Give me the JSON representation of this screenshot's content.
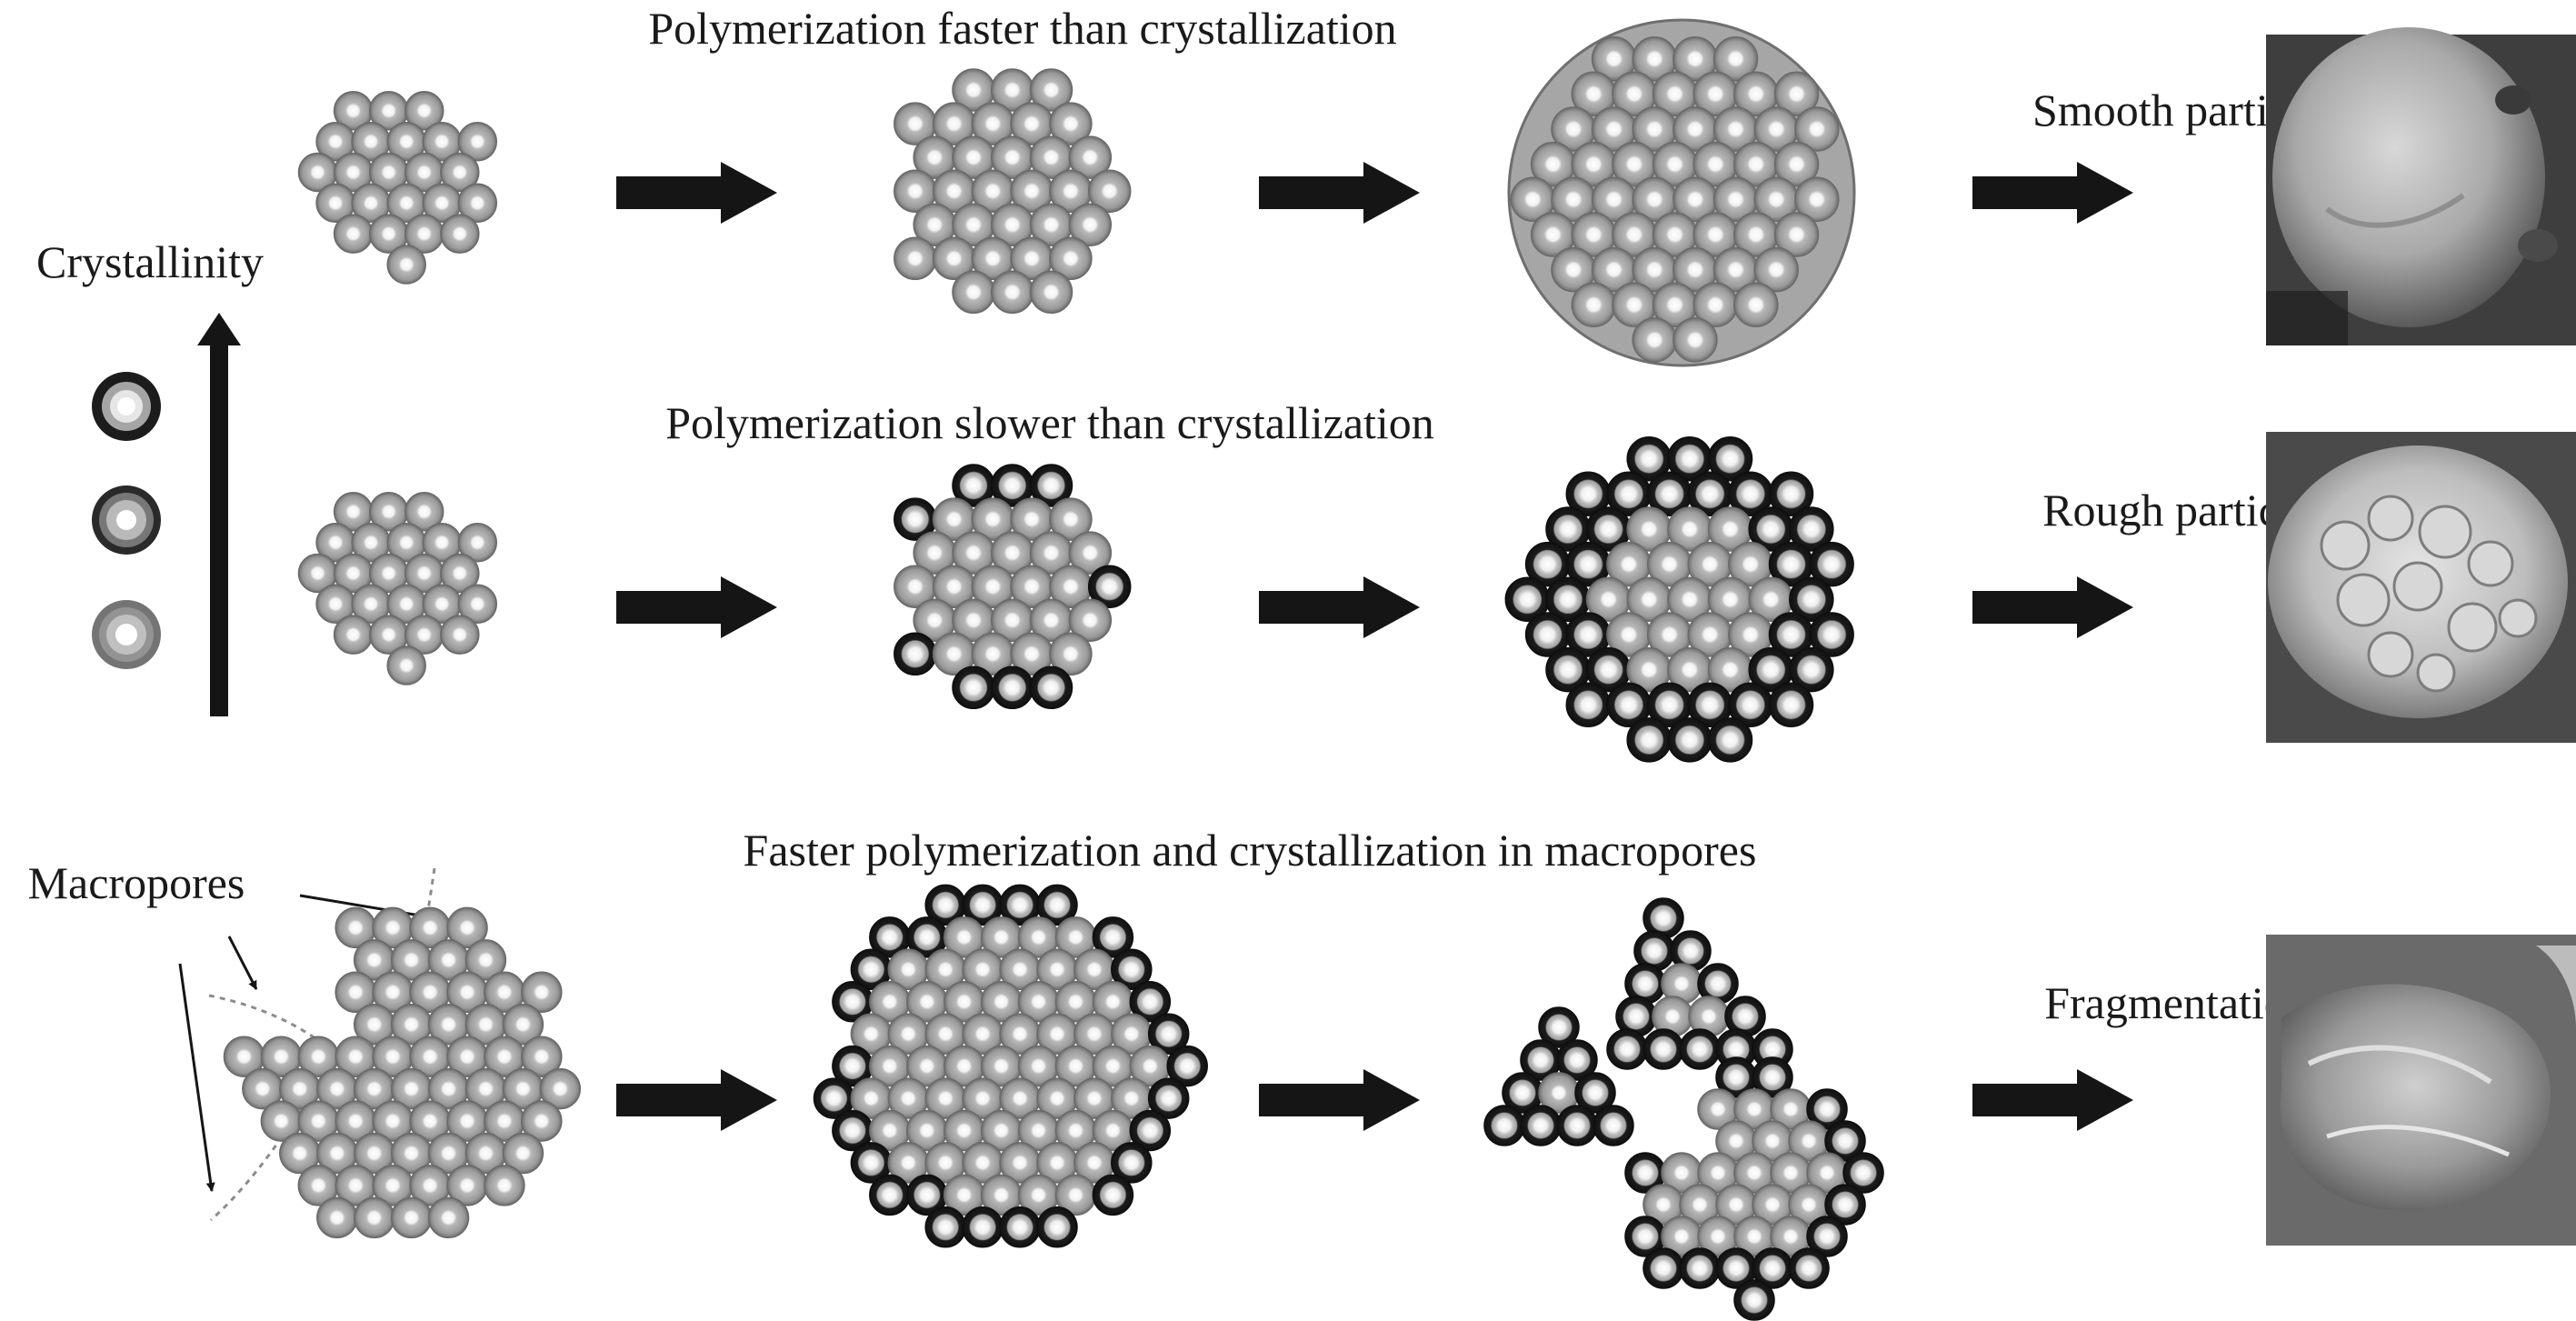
{
  "rows": [
    {
      "title": "Polymerization faster than crystallization",
      "outcome": "Smooth particle"
    },
    {
      "title": "Polymerization slower than crystallization",
      "outcome": "Rough particle"
    },
    {
      "title": "Faster polymerization and crystallization in macropores",
      "outcome": "Fragmentation"
    }
  ],
  "axis_label": "Crystallinity",
  "macropores_label": "Macropores",
  "micrographs": [
    {
      "name": "smooth-particle-micrograph"
    },
    {
      "name": "rough-particle-micrograph"
    },
    {
      "name": "fragmented-particle-micrograph"
    }
  ],
  "colors": {
    "text": "#1a1a1a",
    "arrow": "#151515",
    "sphere_grey": "#9a9a9a",
    "sphere_ring": "#6e6e6e",
    "sphere_core": "#f5f5f5",
    "crystalline_shell": "#1c1c1c",
    "dashed_boundary": "#8c8c8c"
  }
}
